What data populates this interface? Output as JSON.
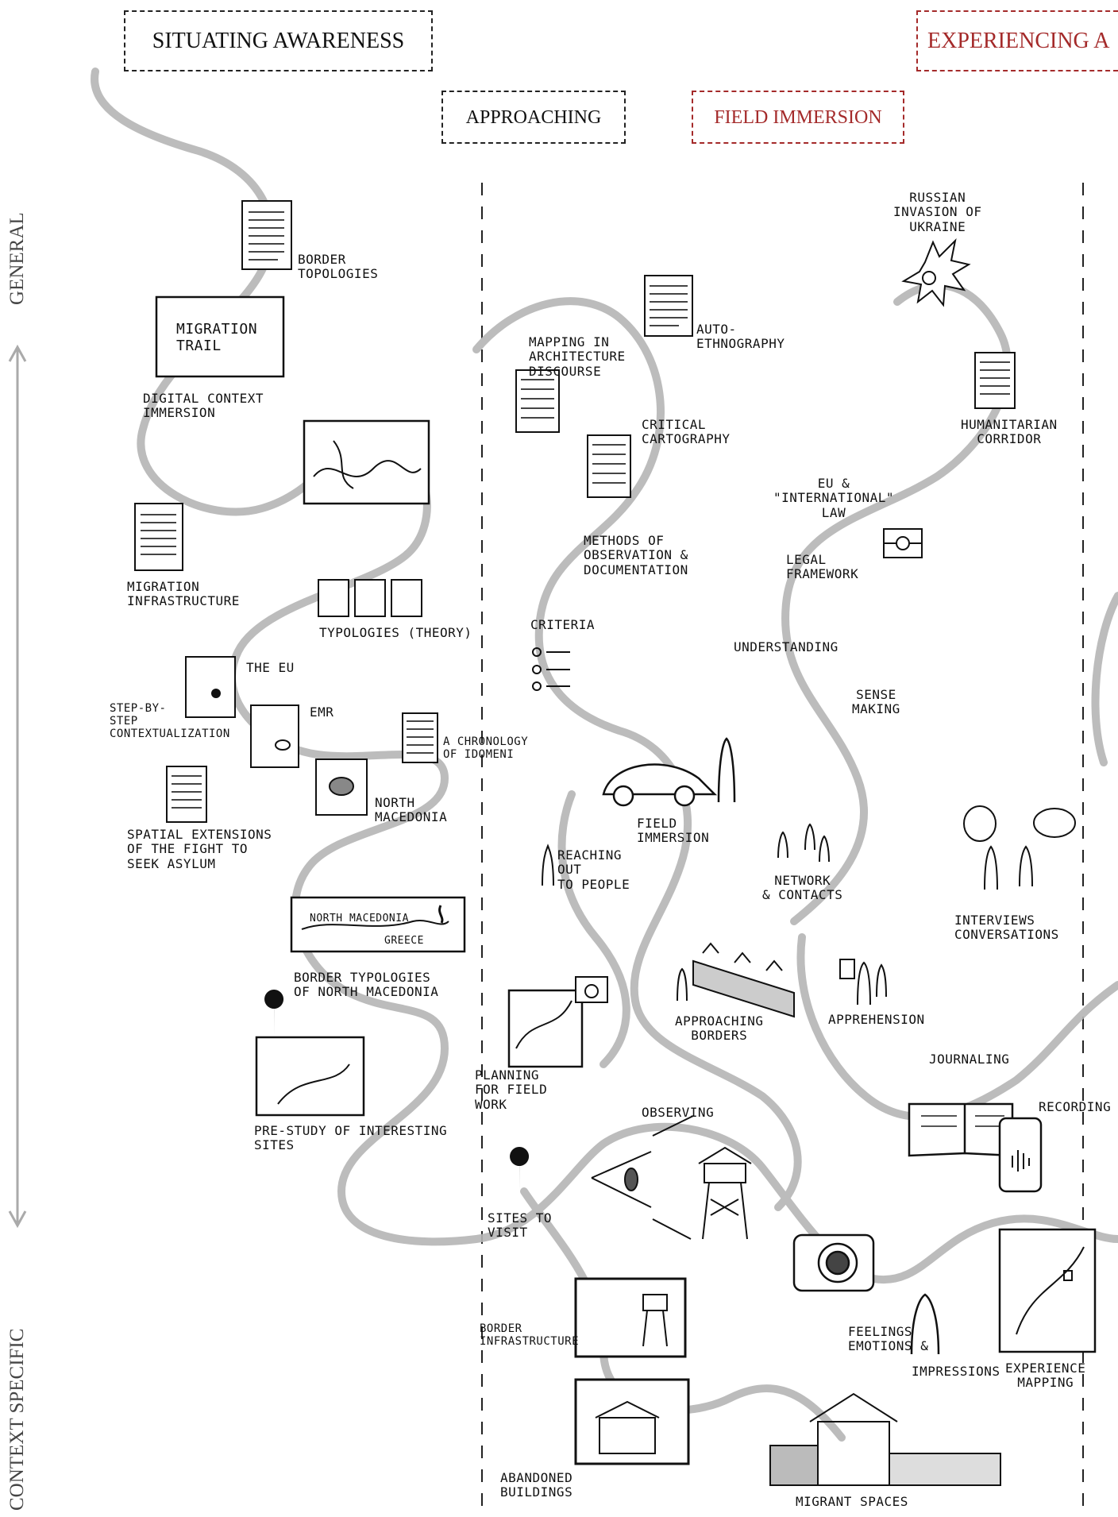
{
  "phases": {
    "situating": "SITUATING AWARENESS",
    "experiencing": "EXPERIENCING A",
    "approaching": "APPROACHING",
    "field_immersion": "FIELD IMMERSION"
  },
  "axis": {
    "top": "GENERAL",
    "bottom": "CONTEXT SPECIFIC"
  },
  "colors": {
    "accent_red": "#a42a2a",
    "path_grey": "#b5b5b5",
    "ink": "#111111"
  },
  "nodes": {
    "border_topologies": "BORDER\nTOPOLOGIES",
    "migration_trail": "MIGRATION\nTRAIL",
    "digital_context": "DIGITAL CONTEXT\nIMMERSION",
    "migration_infrastructure": "MIGRATION\nINFRASTRUCTURE",
    "typologies_theory": "TYPOLOGIES (THEORY)",
    "the_eu": "THE EU",
    "step_by_step": "STEP-BY-\nSTEP\nCONTEXTUALIZATION",
    "emr": "EMR",
    "chronology": "A CHRONOLOGY\nOF IDOMENI",
    "north_macedonia": "NORTH\nMACEDONIA",
    "spatial_extensions": "SPATIAL EXTENSIONS\nOF THE FIGHT TO\nSEEK ASYLUM",
    "map_north_macedonia": "NORTH MACEDONIA",
    "map_greece": "GREECE",
    "border_typologies_nm": "BORDER TYPOLOGIES\nOF NORTH MACEDONIA",
    "pre_study": "PRE-STUDY OF INTERESTING\nSITES",
    "auto_ethnography": "AUTO-\nETHNOGRAPHY",
    "mapping_architecture": "MAPPING IN\nARCHITECTURE\nDISCOURSE",
    "critical_cartography": "CRITICAL\nCARTOGRAPHY",
    "methods": "METHODS OF\nOBSERVATION &\nDOCUMENTATION",
    "criteria": "CRITERIA",
    "field_immersion": "FIELD\nIMMERSION",
    "reaching_out": "REACHING\nOUT\nTO PEOPLE",
    "planning": "PLANNING\nFOR FIELD\nWORK",
    "sites_to_visit": "SITES TO\nVISIT",
    "border_infrastructure": "BORDER\nINFRASTRUCTURE",
    "abandoned_buildings": "ABANDONED\nBUILDINGS",
    "russian_invasion": "RUSSIAN\nINVASION OF\nUKRAINE",
    "humanitarian_corridor": "HUMANITARIAN\nCORRIDOR",
    "eu_international_law": "EU &\n\"INTERNATIONAL\"\nLAW",
    "legal_framework": "LEGAL\nFRAMEWORK",
    "understanding": "UNDERSTANDING",
    "sense_making": "SENSE\nMAKING",
    "network_contacts": "NETWORK\n& CONTACTS",
    "interviews": "INTERVIEWS\nCONVERSATIONS",
    "approaching_borders": "APPROACHING\nBORDERS",
    "apprehension": "APPREHENSION",
    "journaling": "JOURNALING",
    "recording": "RECORDING",
    "observing": "OBSERVING",
    "feelings_emotions": "FEELINGS\nEMOTIONS &",
    "impressions": "IMPRESSIONS",
    "experience_mapping": "EXPERIENCE\nMAPPING",
    "migrant_spaces": "MIGRANT SPACES"
  }
}
